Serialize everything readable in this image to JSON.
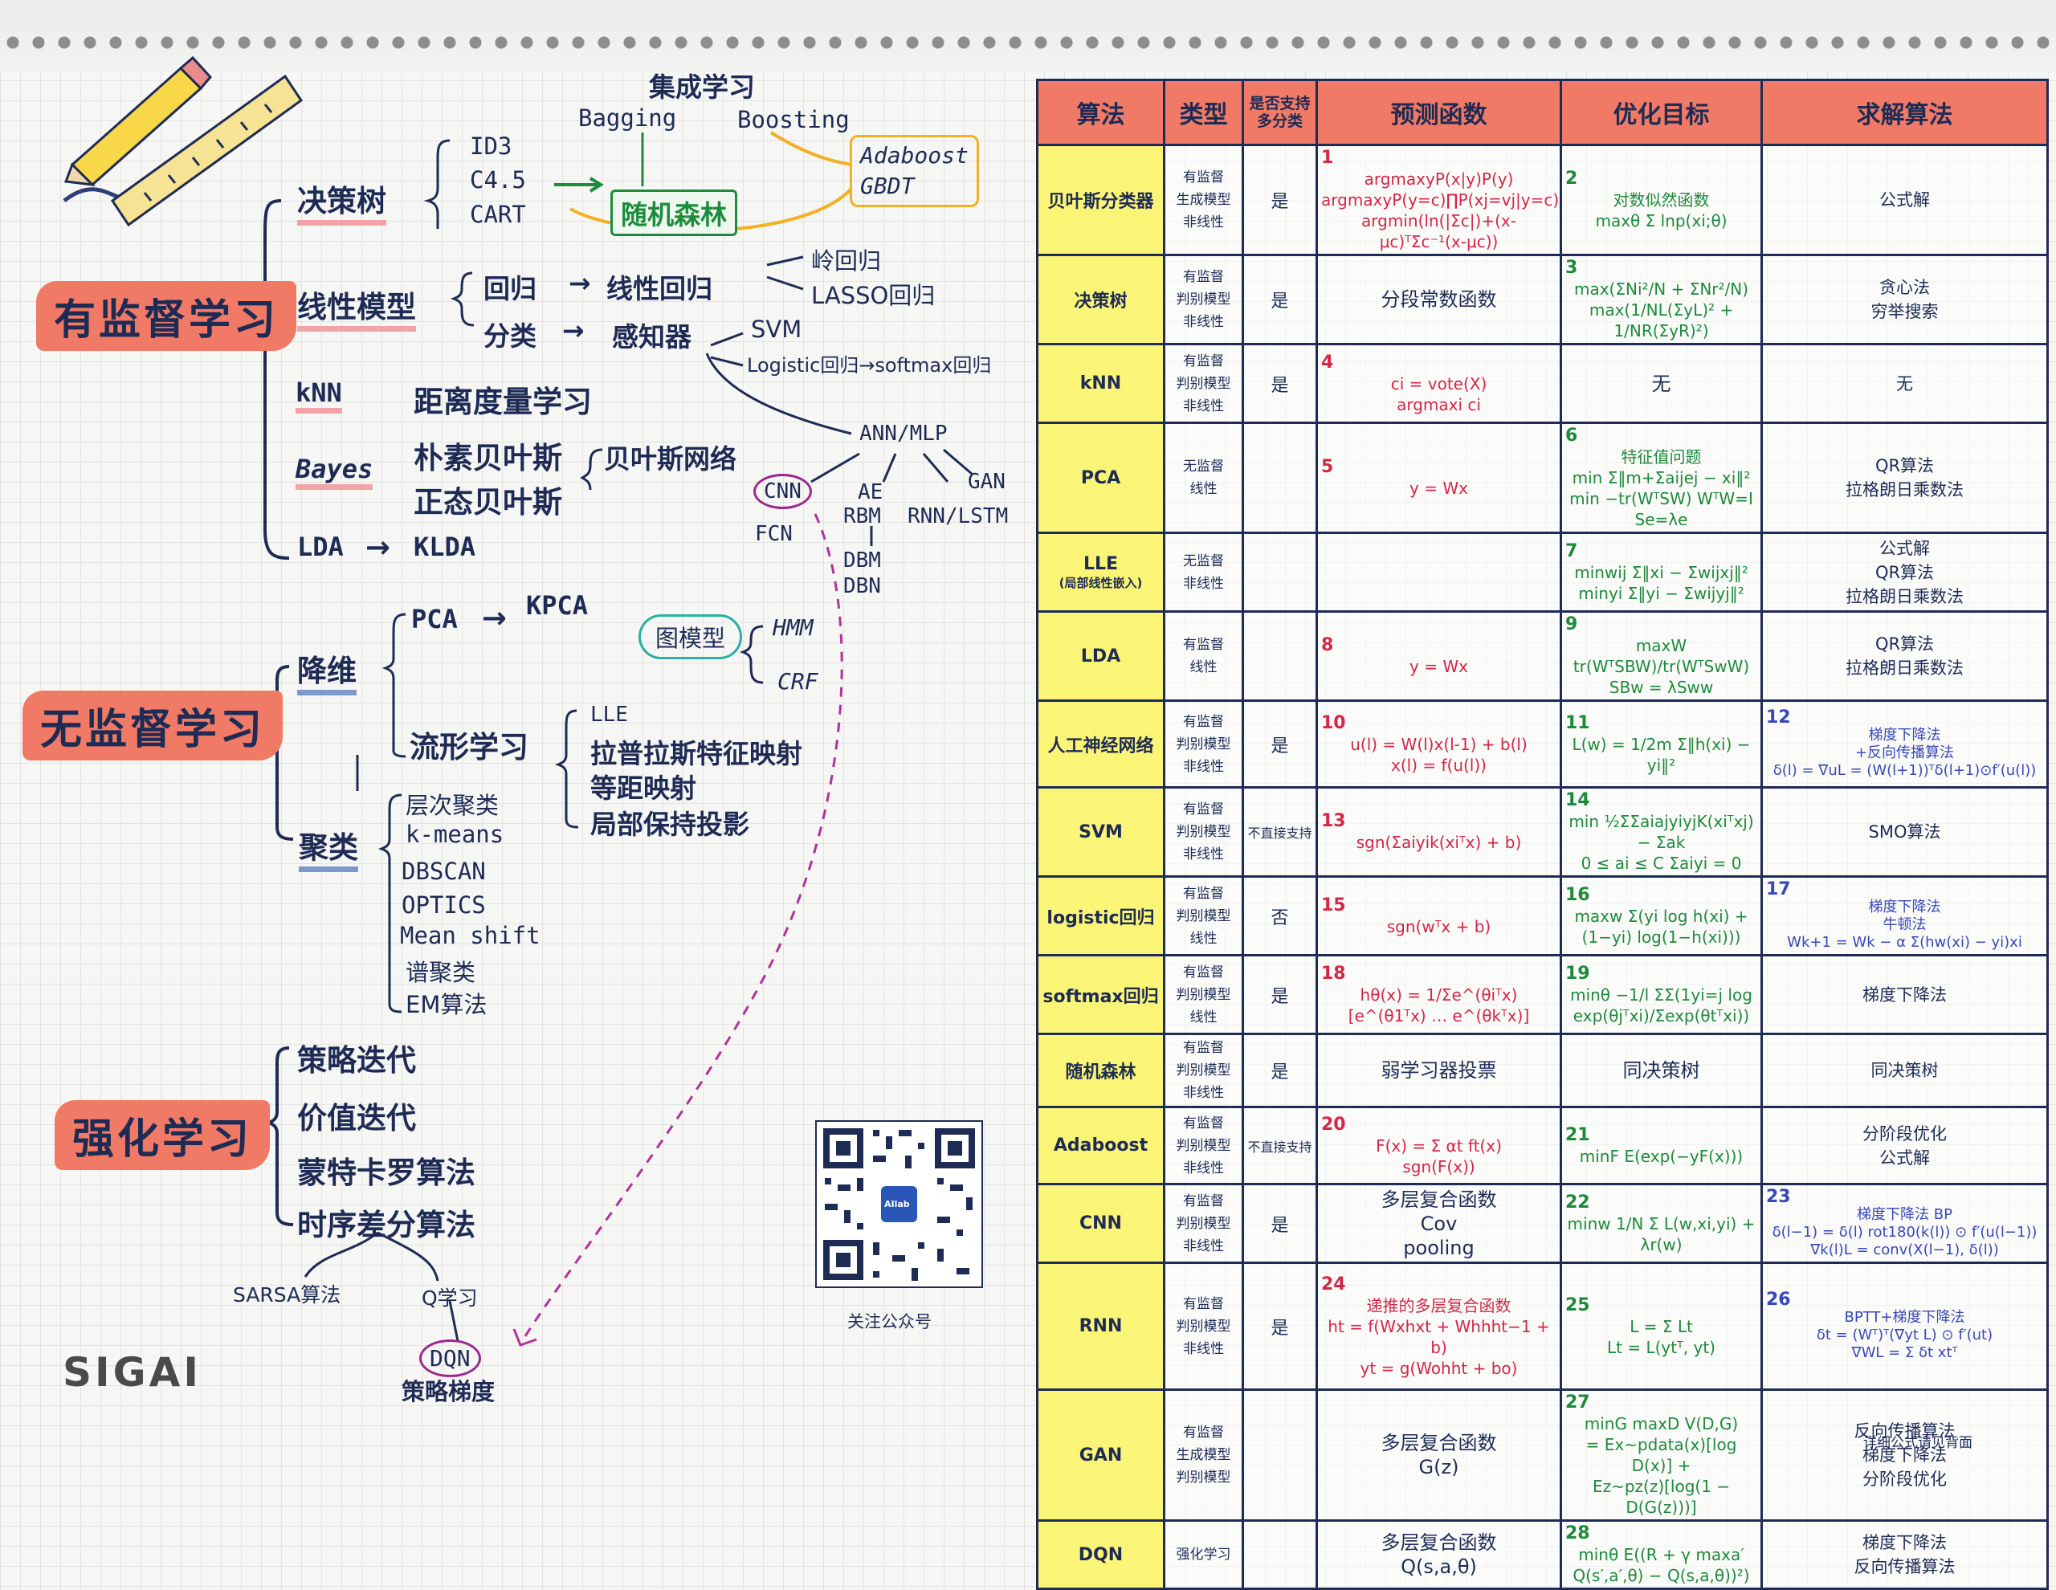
{
  "categories": {
    "supervised": "有监督学习",
    "unsupervised": "无监督学习",
    "reinforcement": "强化学习"
  },
  "ensemble": {
    "title": "集成学习",
    "bagging": "Bagging",
    "boosting": "Boosting",
    "rf": "随机森林",
    "adaboost": "Adaboost",
    "gbdt": "GBDT"
  },
  "supervised": {
    "decision_tree": "决策树",
    "id3": "ID3",
    "c45": "C4.5",
    "cart": "CART",
    "linear": "线性模型",
    "regression": "回归",
    "linear_reg": "线性回归",
    "ridge": "岭回归",
    "lasso": "LASSO回归",
    "classify": "分类",
    "perceptron": "感知器",
    "svm": "SVM",
    "logistic": "Logistic回归→softmax回归",
    "knn": "kNN",
    "metric": "距离度量学习",
    "bayes": "Bayes",
    "naive": "朴素贝叶斯",
    "bayes_net": "贝叶斯网络",
    "gauss": "正态贝叶斯",
    "lda": "LDA",
    "klda": "KLDA",
    "ann": "ANN/MLP",
    "cnn": "CNN",
    "fcn": "FCN",
    "ae": "AE",
    "rbm": "RBM",
    "dbm": "DBM",
    "dbn": "DBN",
    "gan": "GAN",
    "rnn": "RNN/LSTM"
  },
  "unsupervised": {
    "dimred": "降维",
    "pca": "PCA",
    "kpca": "KPCA",
    "manifold": "流形学习",
    "lle": "LLE",
    "laplacian": "拉普拉斯特征映射",
    "isomap": "等距映射",
    "lpp": "局部保持投影",
    "graph": "图模型",
    "hmm": "HMM",
    "crf": "CRF",
    "cluster": "聚类",
    "hier": "层次聚类",
    "kmeans": "k-means",
    "dbscan": "DBSCAN",
    "optics": "OPTICS",
    "meanshift": "Mean shift",
    "spectral": "谱聚类",
    "em": "EM算法"
  },
  "reinforcement": {
    "policy_iter": "策略迭代",
    "value_iter": "价值迭代",
    "mc": "蒙特卡罗算法",
    "td": "时序差分算法",
    "sarsa": "SARSA算法",
    "q": "Q学习",
    "dqn": "DQN",
    "pg": "策略梯度"
  },
  "qr": {
    "inner": "AIlab",
    "caption": "关注公众号"
  },
  "logo": "SIGAI",
  "footer": "详细公式请见背面",
  "table": {
    "headers": [
      "算法",
      "类型",
      "是否支持多分类",
      "预测函数",
      "优化目标",
      "求解算法"
    ],
    "rows": [
      {
        "algo": "贝叶斯分类器",
        "type": [
          "有监督",
          "生成模型",
          "非线性"
        ],
        "multi": "是",
        "pred_num": "1",
        "pred": [
          "argmaxyP(x|y)P(y)",
          "argmaxyP(y=c)∏P(xj=vj|y=c)",
          "argmin(ln(|Σc|)+(x-μc)ᵀΣc⁻¹(x-μc))"
        ],
        "opt_num": "2",
        "opt": [
          "对数似然函数",
          "maxθ Σ lnp(xi;θ)"
        ],
        "solve": [
          "公式解"
        ]
      },
      {
        "algo": "决策树",
        "type": [
          "有监督",
          "判别模型",
          "非线性"
        ],
        "multi": "是",
        "pred": [
          "分段常数函数"
        ],
        "opt_num": "3",
        "opt": [
          "max(ΣNi²/N + ΣNr²/N)",
          "max(1/NL(ΣyL)² + 1/NR(ΣyR)²)"
        ],
        "solve": [
          "贪心法",
          "穷举搜索"
        ]
      },
      {
        "algo": "kNN",
        "type": [
          "有监督",
          "判别模型",
          "非线性"
        ],
        "multi": "是",
        "pred_num": "4",
        "pred": [
          "ci = vote(X)",
          "argmaxi ci"
        ],
        "opt": [
          "无"
        ],
        "solve": [
          "无"
        ]
      },
      {
        "algo": "PCA",
        "type": [
          "无监督",
          "线性"
        ],
        "multi": "",
        "pred_num": "5",
        "pred": [
          "y = Wx"
        ],
        "opt_num": "6",
        "opt": [
          "特征值问题",
          "min Σ‖m+Σaijej − xi‖²",
          "min −tr(WᵀSW) WᵀW=I Se=λe"
        ],
        "solve": [
          "QR算法",
          "拉格朗日乘数法"
        ]
      },
      {
        "algo": "LLE",
        "algo_sub": "(局部线性嵌入)",
        "type": [
          "无监督",
          "非线性"
        ],
        "multi": "",
        "pred": [],
        "opt_num": "7",
        "opt": [
          "minwij Σ‖xi − Σwijxj‖²",
          "minyi Σ‖yi − Σwijyj‖²"
        ],
        "solve": [
          "公式解",
          "QR算法",
          "拉格朗日乘数法"
        ]
      },
      {
        "algo": "LDA",
        "type": [
          "有监督",
          "线性"
        ],
        "multi": "",
        "pred_num": "8",
        "pred": [
          "y = Wx"
        ],
        "opt_num": "9",
        "opt": [
          "maxW tr(WᵀSBW)/tr(WᵀSwW)",
          "SBw = λSww"
        ],
        "solve": [
          "QR算法",
          "拉格朗日乘数法"
        ]
      },
      {
        "algo": "人工神经网络",
        "type": [
          "有监督",
          "判别模型",
          "非线性"
        ],
        "multi": "是",
        "pred_num": "10",
        "pred": [
          "u(l) = W(l)x(l-1) + b(l)",
          "x(l) = f(u(l))"
        ],
        "opt_num": "11",
        "opt": [
          "L(w) = 1/2m Σ‖h(xi) − yi‖²"
        ],
        "solve_num": "12",
        "solve": [
          "梯度下降法",
          "+反向传播算法",
          "δ(l) = ∇uL = (W(l+1))ᵀδ(l+1)⊙f′(u(l))"
        ]
      },
      {
        "algo": "SVM",
        "type": [
          "有监督",
          "判别模型",
          "非线性"
        ],
        "multi": "不直接支持",
        "pred_num": "13",
        "pred": [
          "sgn(Σaiyik(xiᵀx) + b)"
        ],
        "opt_num": "14",
        "opt": [
          "min ½ΣΣaiajyiyjK(xiᵀxj) − Σak",
          "0 ≤ ai ≤ C  Σaiyi = 0"
        ],
        "solve": [
          "SMO算法"
        ]
      },
      {
        "algo": "logistic回归",
        "type": [
          "有监督",
          "判别模型",
          "线性"
        ],
        "multi": "否",
        "pred_num": "15",
        "pred": [
          "sgn(wᵀx + b)"
        ],
        "opt_num": "16",
        "opt": [
          "maxw Σ(yi log h(xi) + (1−yi) log(1−h(xi)))"
        ],
        "solve_num": "17",
        "solve": [
          "梯度下降法",
          "牛顿法",
          "Wk+1 = Wk − α Σ(hw(xi) − yi)xi"
        ]
      },
      {
        "algo": "softmax回归",
        "type": [
          "有监督",
          "判别模型",
          "线性"
        ],
        "multi": "是",
        "pred_num": "18",
        "pred": [
          "hθ(x) = 1/Σe^(θiᵀx) [e^(θ1ᵀx) … e^(θkᵀx)]"
        ],
        "opt_num": "19",
        "opt": [
          "minθ −1/l ΣΣ(1yi=j log exp(θjᵀxi)/Σexp(θtᵀxi))"
        ],
        "solve": [
          "梯度下降法"
        ]
      },
      {
        "algo": "随机森林",
        "type": [
          "有监督",
          "判别模型",
          "非线性"
        ],
        "multi": "是",
        "pred": [
          "弱学习器投票"
        ],
        "opt": [
          "同决策树"
        ],
        "solve": [
          "同决策树"
        ]
      },
      {
        "algo": "Adaboost",
        "type": [
          "有监督",
          "判别模型",
          "非线性"
        ],
        "multi": "不直接支持",
        "pred_num": "20",
        "pred": [
          "F(x) = Σ αt ft(x)",
          "sgn(F(x))"
        ],
        "opt_num": "21",
        "opt": [
          "minF E(exp(−yF(x)))"
        ],
        "solve": [
          "分阶段优化",
          "公式解"
        ]
      },
      {
        "algo": "CNN",
        "type": [
          "有监督",
          "判别模型",
          "非线性"
        ],
        "multi": "是",
        "pred": [
          "多层复合函数",
          "Cov",
          "pooling"
        ],
        "opt_num": "22",
        "opt": [
          "minw 1/N Σ L(w,xi,yi) + λr(w)"
        ],
        "solve_num": "23",
        "solve": [
          "梯度下降法 BP",
          "δ(l−1) = δ(l) rot180(k(l)) ⊙ f′(u(l−1))",
          "∇k(l)L = conv(X(l−1), δ(l))"
        ]
      },
      {
        "algo": "RNN",
        "type": [
          "有监督",
          "判别模型",
          "非线性"
        ],
        "multi": "是",
        "pred_num": "24",
        "pred": [
          "递推的多层复合函数",
          "ht = f(Wxhxt + Whhht−1 + b)",
          "yt = g(Wohht + bo)"
        ],
        "opt_num": "25",
        "opt": [
          "L = Σ Lt",
          "Lt = L(ytᵀ, yt)"
        ],
        "solve_num": "26",
        "solve": [
          "BPTT+梯度下降法",
          "δt = (Wᵀ)ᵀ(∇yt L) ⊙ f′(ut)",
          "∇WL = Σ δt xtᵀ"
        ]
      },
      {
        "algo": "GAN",
        "type": [
          "有监督",
          "生成模型",
          "判别模型"
        ],
        "multi": "",
        "pred": [
          "多层复合函数",
          "G(z)"
        ],
        "opt_num": "27",
        "opt": [
          "minG maxD V(D,G)",
          "= Ex~pdata(x)[log D(x)] +",
          "Ez~pz(z)[log(1 − D(G(z)))]"
        ],
        "solve": [
          "反向传播算法",
          "梯度下降法",
          "分阶段优化"
        ]
      },
      {
        "algo": "DQN",
        "type": [
          "强化学习"
        ],
        "multi": "",
        "pred": [
          "多层复合函数",
          "Q(s,a,θ)"
        ],
        "opt_num": "28",
        "opt": [
          "minθ E((R + γ maxa′ Q(s′,a′,θ) − Q(s,a,θ))²)"
        ],
        "solve": [
          "梯度下降法",
          "反向传播算法"
        ]
      }
    ]
  },
  "colors": {
    "accent_red": "#f07a65",
    "ink": "#1e2b55",
    "pred_red": "#d42647",
    "opt_green": "#1d8a3b",
    "algo_yellow": "#fbf577",
    "dashed_purple": "#b1329a"
  }
}
